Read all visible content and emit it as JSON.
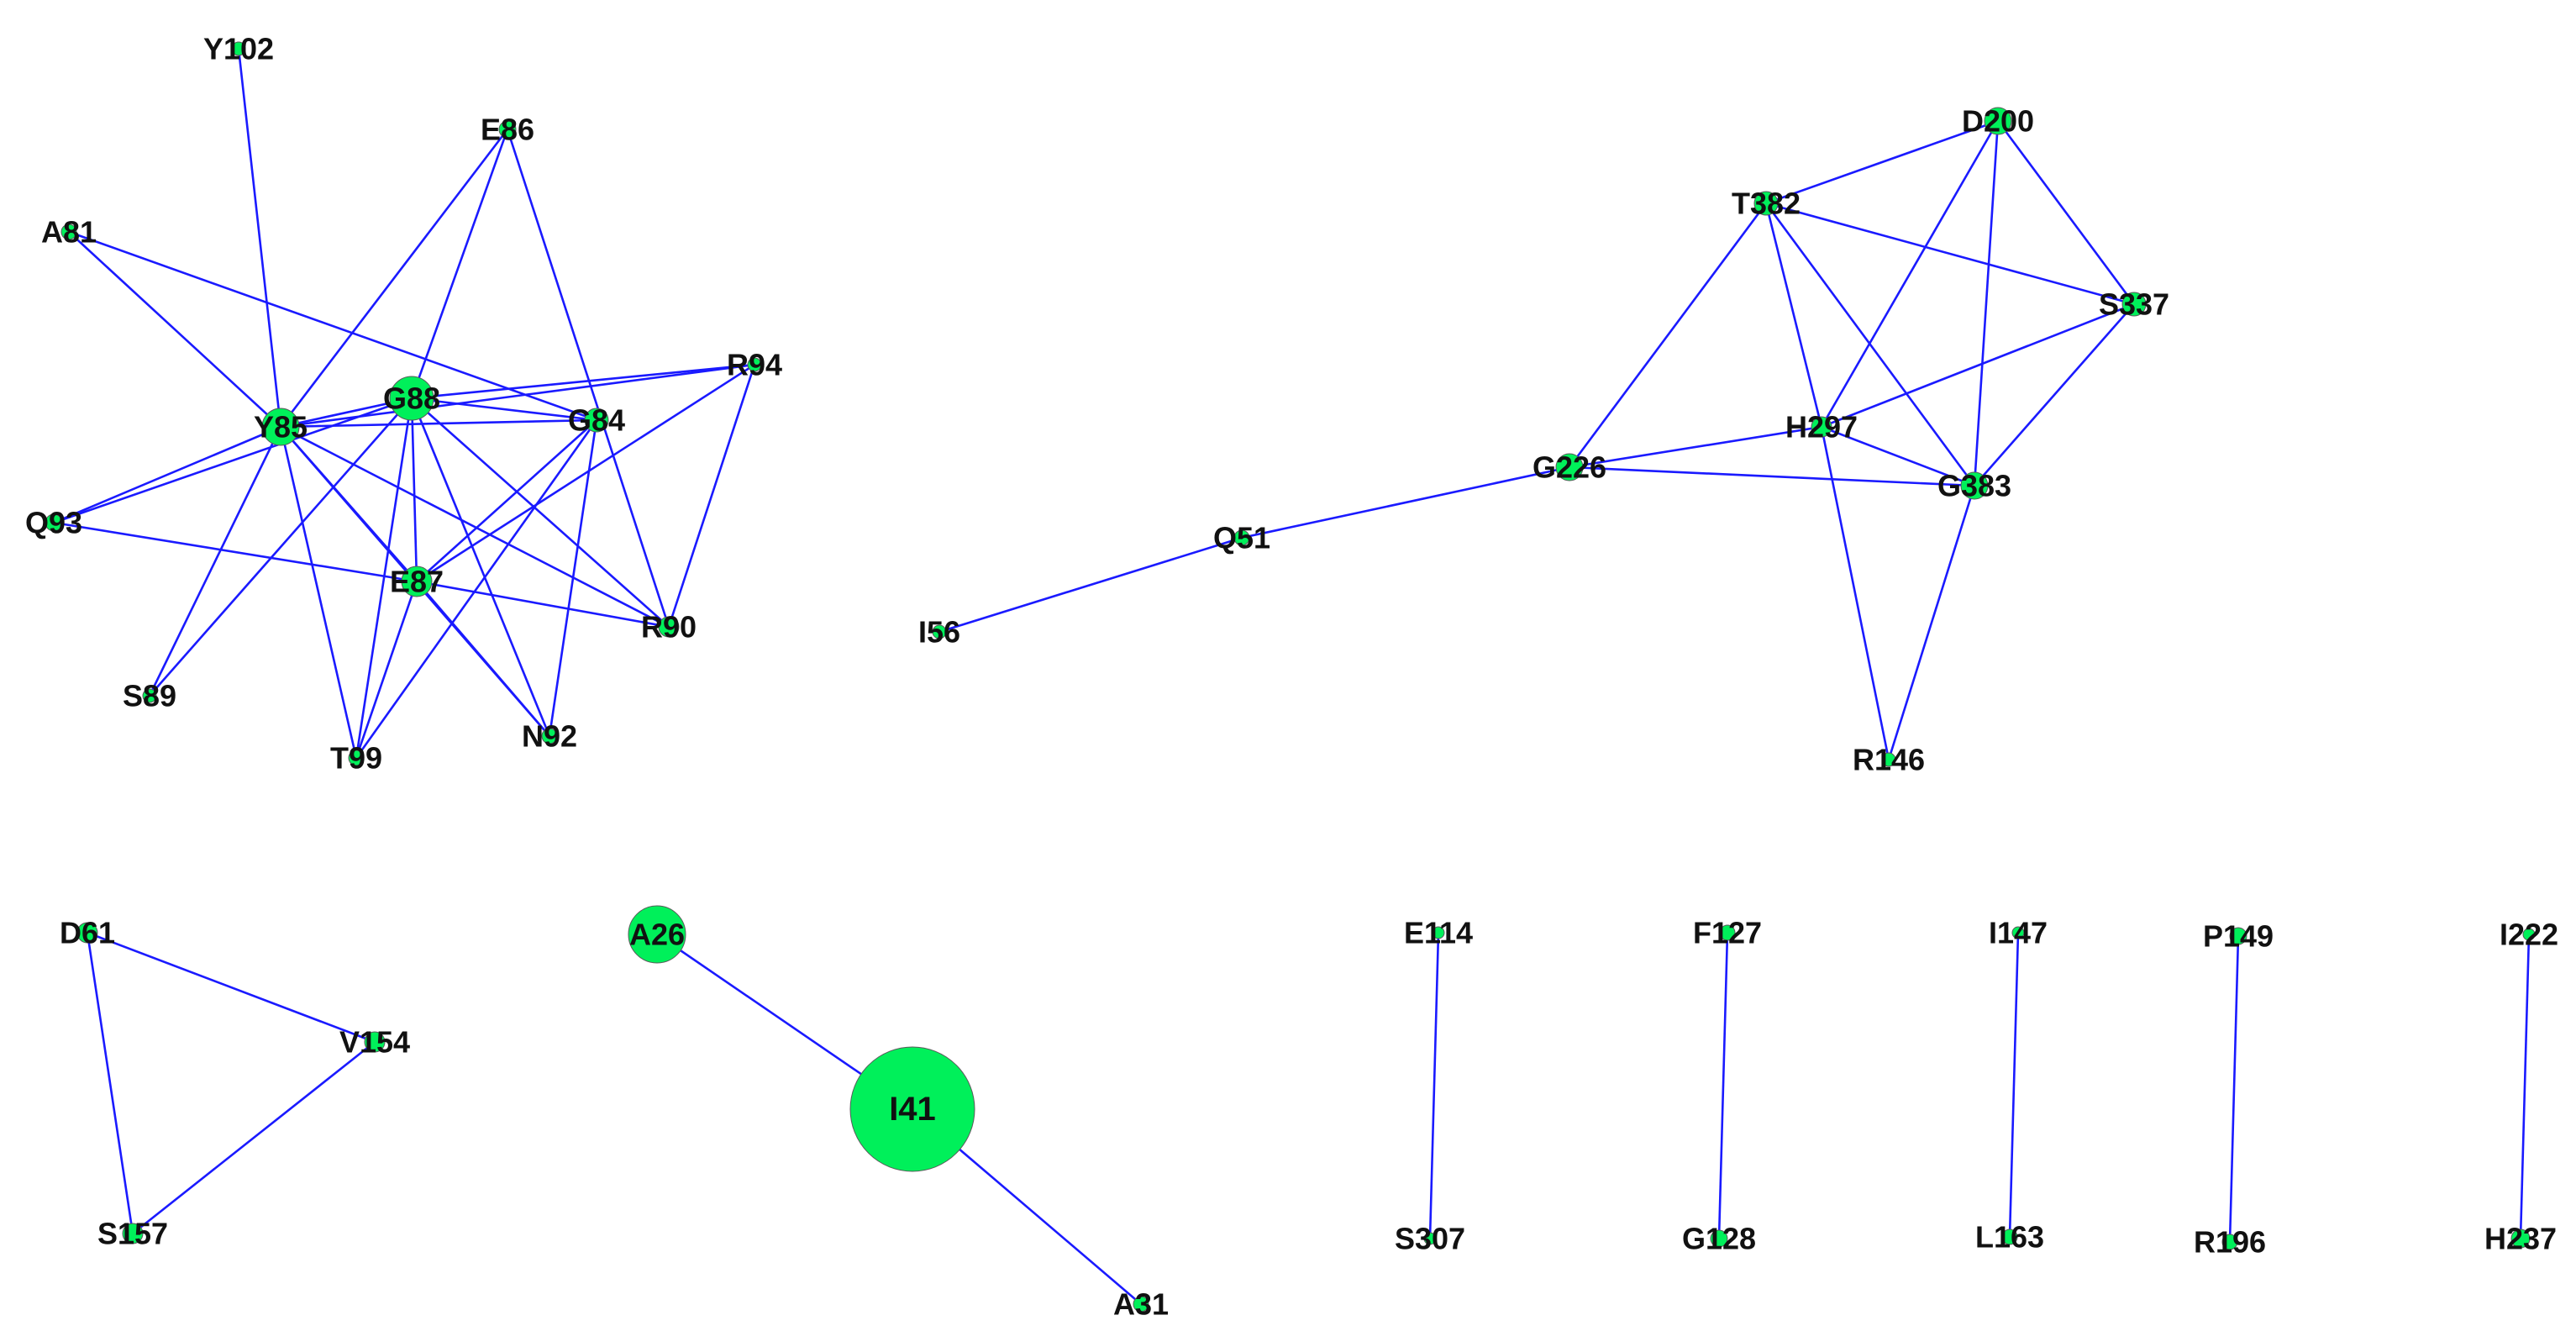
{
  "nodes": [
    {
      "id": "Y102"
    },
    {
      "id": "E86"
    },
    {
      "id": "A81"
    },
    {
      "id": "R94"
    },
    {
      "id": "G88"
    },
    {
      "id": "Y85"
    },
    {
      "id": "G84"
    },
    {
      "id": "Q93"
    },
    {
      "id": "E87"
    },
    {
      "id": "R90"
    },
    {
      "id": "S89"
    },
    {
      "id": "T99"
    },
    {
      "id": "N92"
    },
    {
      "id": "D200"
    },
    {
      "id": "T382"
    },
    {
      "id": "S337"
    },
    {
      "id": "H297"
    },
    {
      "id": "G226"
    },
    {
      "id": "G383"
    },
    {
      "id": "Q51"
    },
    {
      "id": "I56"
    },
    {
      "id": "R146"
    },
    {
      "id": "D61"
    },
    {
      "id": "V154"
    },
    {
      "id": "S157"
    },
    {
      "id": "A26"
    },
    {
      "id": "I41"
    },
    {
      "id": "A31"
    },
    {
      "id": "E114"
    },
    {
      "id": "S307"
    },
    {
      "id": "F127"
    },
    {
      "id": "G128"
    },
    {
      "id": "I147"
    },
    {
      "id": "L163"
    },
    {
      "id": "P149"
    },
    {
      "id": "R196"
    },
    {
      "id": "I222"
    },
    {
      "id": "H237"
    }
  ],
  "edges": [
    [
      "Y102",
      "Y85"
    ],
    [
      "A81",
      "Y85"
    ],
    [
      "A81",
      "G84"
    ],
    [
      "E86",
      "Y85"
    ],
    [
      "E86",
      "G88"
    ],
    [
      "E86",
      "R90"
    ],
    [
      "Y85",
      "G88"
    ],
    [
      "Y85",
      "G84"
    ],
    [
      "Y85",
      "Q93"
    ],
    [
      "Y85",
      "E87"
    ],
    [
      "Y85",
      "R90"
    ],
    [
      "Y85",
      "N92"
    ],
    [
      "Y85",
      "S89"
    ],
    [
      "Y85",
      "T99"
    ],
    [
      "Y85",
      "R94"
    ],
    [
      "G88",
      "R94"
    ],
    [
      "G88",
      "G84"
    ],
    [
      "G88",
      "Q93"
    ],
    [
      "G88",
      "E87"
    ],
    [
      "G88",
      "R90"
    ],
    [
      "G88",
      "N92"
    ],
    [
      "G88",
      "T99"
    ],
    [
      "G88",
      "S89"
    ],
    [
      "G84",
      "E87"
    ],
    [
      "G84",
      "N92"
    ],
    [
      "G84",
      "T99"
    ],
    [
      "R94",
      "E87"
    ],
    [
      "R94",
      "R90"
    ],
    [
      "Q93",
      "E87"
    ],
    [
      "E87",
      "R90"
    ],
    [
      "E87",
      "N92"
    ],
    [
      "E87",
      "T99"
    ],
    [
      "D200",
      "T382"
    ],
    [
      "D200",
      "S337"
    ],
    [
      "D200",
      "H297"
    ],
    [
      "D200",
      "G383"
    ],
    [
      "T382",
      "S337"
    ],
    [
      "T382",
      "G226"
    ],
    [
      "T382",
      "H297"
    ],
    [
      "T382",
      "G383"
    ],
    [
      "S337",
      "H297"
    ],
    [
      "S337",
      "G383"
    ],
    [
      "H297",
      "G226"
    ],
    [
      "H297",
      "G383"
    ],
    [
      "H297",
      "R146"
    ],
    [
      "G226",
      "G383"
    ],
    [
      "G383",
      "R146"
    ],
    [
      "G226",
      "Q51"
    ],
    [
      "Q51",
      "I56"
    ],
    [
      "D61",
      "V154"
    ],
    [
      "D61",
      "S157"
    ],
    [
      "V154",
      "S157"
    ],
    [
      "A26",
      "I41"
    ],
    [
      "I41",
      "A31"
    ],
    [
      "E114",
      "S307"
    ],
    [
      "F127",
      "G128"
    ],
    [
      "I147",
      "L163"
    ],
    [
      "P149",
      "R196"
    ],
    [
      "I222",
      "H237"
    ]
  ],
  "colors": {
    "edge": "#1a1aff",
    "node": "#00f05a"
  }
}
